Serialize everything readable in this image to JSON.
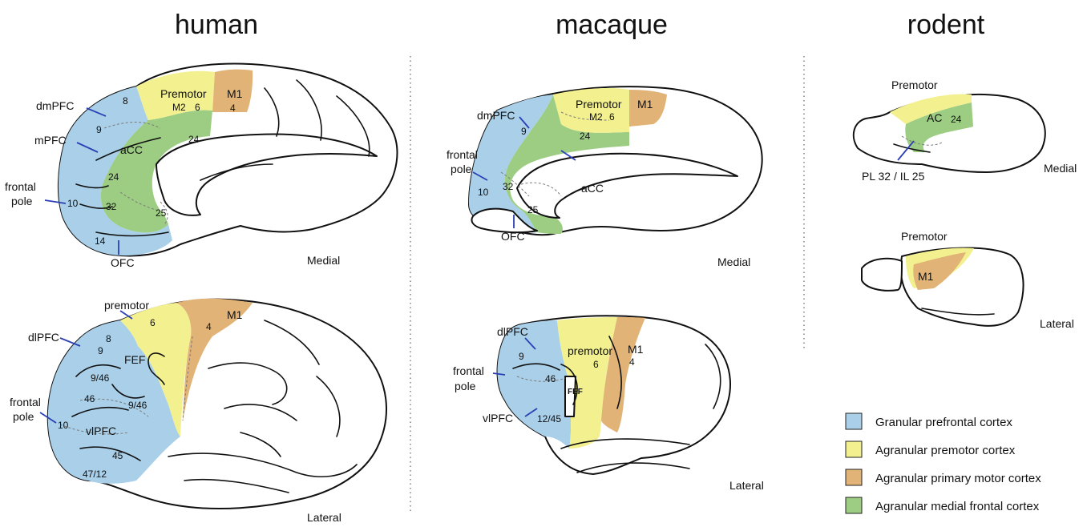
{
  "colors": {
    "granular_prefrontal": "#a9cfe9",
    "agranular_premotor": "#f3f18f",
    "agranular_primary_motor": "#e2b377",
    "agranular_medial_frontal": "#9ccd83",
    "pointer": "#2b3fb5"
  },
  "species": {
    "human": "human",
    "macaque": "macaque",
    "rodent": "rodent"
  },
  "views": {
    "medial": "Medial",
    "lateral": "Lateral"
  },
  "human_medial": {
    "dmpfc": "dmPFC",
    "mpfc": "mPFC",
    "frontal": "frontal",
    "pole": "pole",
    "ofc": "OFC",
    "premotor": "Premotor",
    "m2": "M2",
    "m1": "M1",
    "acc": "aCC",
    "a8": "8",
    "a9": "9",
    "a6": "6",
    "a4": "4",
    "a24": "24",
    "a24b": "24",
    "a32": "32",
    "a10": "10",
    "a25": "25",
    "a14": "14"
  },
  "human_lateral": {
    "premotor": "premotor",
    "dlpfc": "dlPFC",
    "frontal": "frontal",
    "pole": "pole",
    "fef": "FEF",
    "vlpfc": "vlPFC",
    "m1": "M1",
    "a6": "6",
    "a4": "4",
    "a8": "8",
    "a9": "9",
    "a9_46": "9/46",
    "a9_46b": "9/46",
    "a46": "46",
    "a10": "10",
    "a45": "45",
    "a47_12": "47/12"
  },
  "macaque_medial": {
    "dmpfc": "dmPFC",
    "frontal": "frontal",
    "pole": "pole",
    "ofc": "OFC",
    "acc": "aCC",
    "premotor": "Premotor",
    "m2": "M2",
    "m1": "M1",
    "a6": "6",
    "a9": "9",
    "a24": "24",
    "a10": "10",
    "a32": "32",
    "a25": "25"
  },
  "macaque_lateral": {
    "dlpfc": "dlPFC",
    "frontal": "frontal",
    "pole": "pole",
    "vlpfc": "vlPFC",
    "premotor": "premotor",
    "m1": "M1",
    "fef": "FEF",
    "a9": "9",
    "a46": "46",
    "a6": "6",
    "a4": "4",
    "a12_45": "12/45"
  },
  "rodent_medial": {
    "premotor": "Premotor",
    "ac": "AC",
    "a24": "24",
    "pl_il": "PL 32 / IL 25"
  },
  "rodent_lateral": {
    "premotor": "Premotor",
    "m1": "M1"
  },
  "legend": [
    {
      "label": "Granular prefrontal cortex",
      "color": "#a9cfe9"
    },
    {
      "label": "Agranular premotor cortex",
      "color": "#f3f18f"
    },
    {
      "label": "Agranular primary motor cortex",
      "color": "#e2b377"
    },
    {
      "label": "Agranular medial frontal cortex",
      "color": "#9ccd83"
    }
  ]
}
